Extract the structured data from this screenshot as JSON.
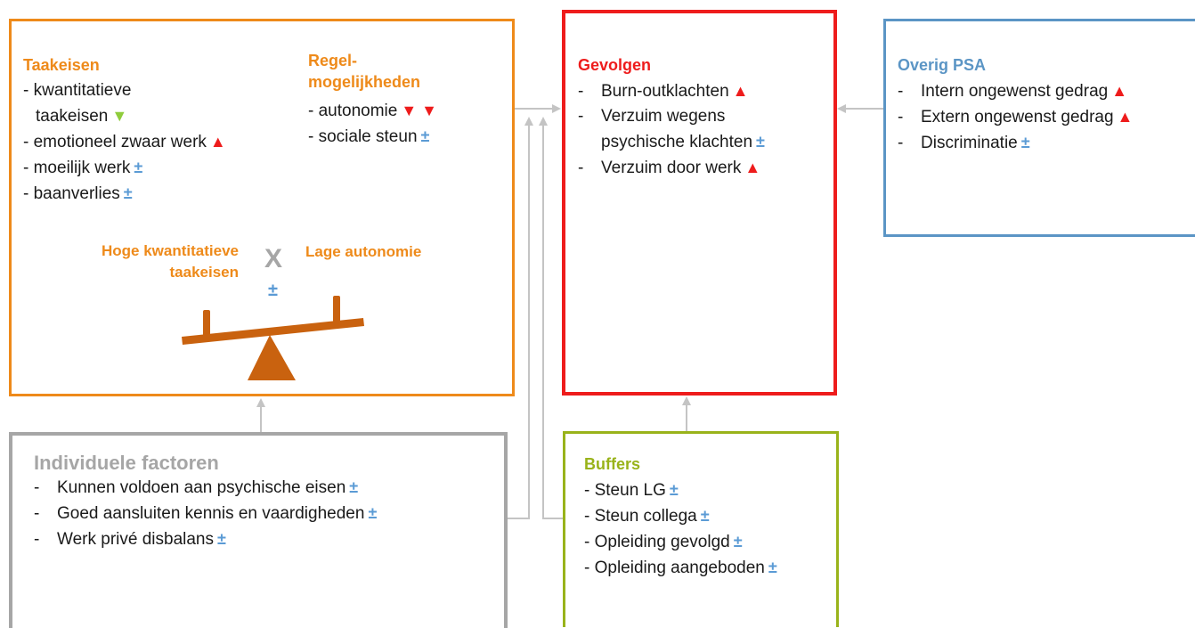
{
  "colors": {
    "orange": "#ee8a1a",
    "red": "#ee1c1c",
    "blue": "#5b95c5",
    "grey": "#a6a6a6",
    "olive": "#99b31a",
    "seesaw": "#c9620f",
    "arrow": "#c4c4c4"
  },
  "taakeisen": {
    "title": "Taakeisen",
    "items": [
      {
        "text": "- kwantitatieve",
        "marker": ""
      },
      {
        "text": "taakeisen",
        "marker": "▼"
      },
      {
        "text": "- emotioneel zwaar werk",
        "marker": "▲"
      },
      {
        "text": "- moeilijk werk",
        "marker": "±"
      },
      {
        "text": "- baanverlies",
        "marker": "±"
      }
    ]
  },
  "regel": {
    "title_line1": "Regel-",
    "title_line2": "mogelijkheden",
    "items": [
      {
        "text": "- autonomie",
        "marker": "▼ ▼"
      },
      {
        "text": "- sociale steun",
        "marker": "±"
      }
    ]
  },
  "interaction": {
    "left_line1": "Hoge kwantitatieve",
    "left_line2": "taakeisen",
    "times": "X",
    "right": "Lage autonomie",
    "marker": "±"
  },
  "gevolgen": {
    "title": "Gevolgen",
    "items": [
      {
        "dash": "-",
        "text": "Burn-outklachten",
        "marker": "▲"
      },
      {
        "dash": "-",
        "text": "Verzuim wegens",
        "marker": ""
      },
      {
        "dash": "",
        "text": "psychische klachten",
        "marker": "±"
      },
      {
        "dash": "-",
        "text": "Verzuim door werk",
        "marker": "▲"
      }
    ]
  },
  "overig": {
    "title": "Overig PSA",
    "items": [
      {
        "dash": "-",
        "text": "Intern ongewenst gedrag",
        "marker": "▲"
      },
      {
        "dash": "-",
        "text": "Extern ongewenst gedrag",
        "marker": "▲"
      },
      {
        "dash": "-",
        "text": "Discriminatie",
        "marker": "±"
      }
    ]
  },
  "individueel": {
    "title": "Individuele factoren",
    "items": [
      {
        "dash": "-",
        "text": "Kunnen voldoen aan psychische eisen",
        "marker": "±"
      },
      {
        "dash": "-",
        "text": "Goed aansluiten kennis en vaardigheden",
        "marker": "±"
      },
      {
        "dash": "-",
        "text": "Werk privé disbalans",
        "marker": "±"
      }
    ]
  },
  "buffers": {
    "title": "Buffers",
    "items": [
      {
        "text": "- Steun LG",
        "marker": "±"
      },
      {
        "text": "- Steun collega",
        "marker": "±"
      },
      {
        "text": "- Opleiding gevolgd",
        "marker": "±"
      },
      {
        "text": "- Opleiding aangeboden",
        "marker": "±"
      }
    ]
  }
}
